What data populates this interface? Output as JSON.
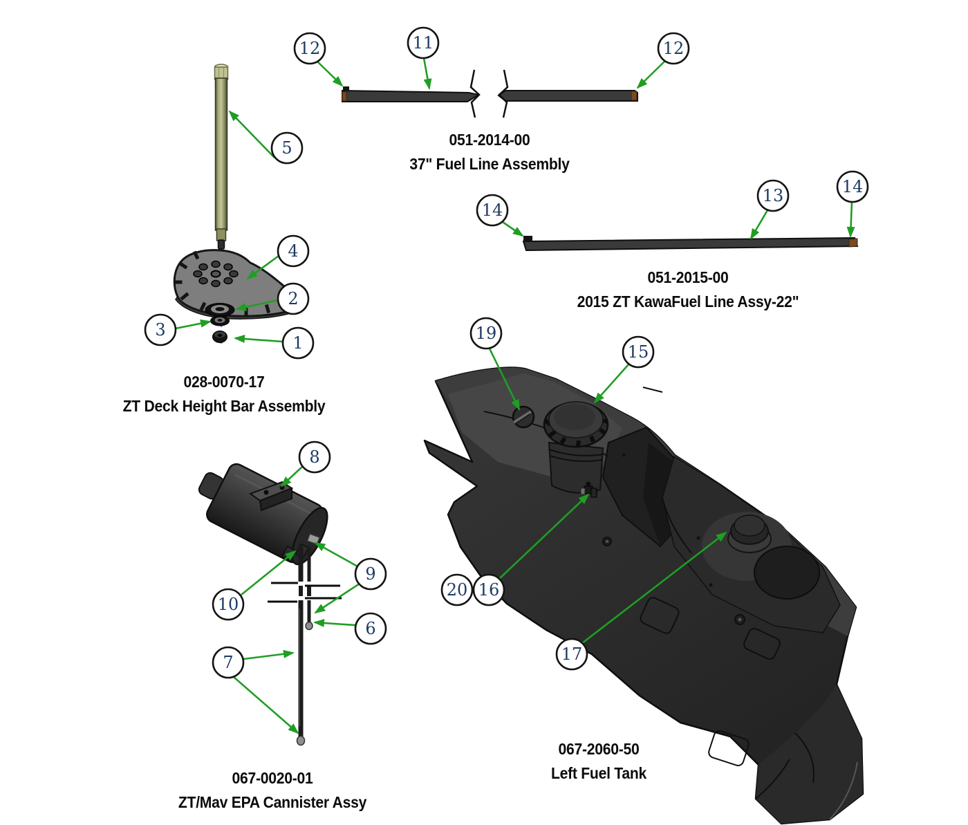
{
  "figure": {
    "type": "exploded-parts-diagram",
    "description": "Mower fuel system and deck height bar parts diagram"
  },
  "colors": {
    "arrow_green": "#1f9e23",
    "callout_text_blue": "#1f3a63",
    "label_text": "#0b0b0b",
    "centerline_blue": "#8b8bf2",
    "rod_olive": "#a9ab7e",
    "cam_gray": "#7e7e7e",
    "tank_gray": "#2e2e2e",
    "fuel_line_gray": "#3a3a3a",
    "fitting_brown": "#7a4a21"
  },
  "parts": [
    {
      "part_number": "051-2014-00",
      "name": "37\" Fuel Line Assembly"
    },
    {
      "part_number": "051-2015-00",
      "name": "2015 ZT KawaFuel Line Assy-22\""
    },
    {
      "part_number": "028-0070-17",
      "name": "ZT Deck Height Bar Assembly"
    },
    {
      "part_number": "067-0020-01",
      "name": "ZT/Mav EPA Cannister Assy"
    },
    {
      "part_number": "067-2060-50",
      "name": "Left Fuel Tank"
    }
  ],
  "callouts": [
    {
      "number": "1"
    },
    {
      "number": "2"
    },
    {
      "number": "3"
    },
    {
      "number": "4"
    },
    {
      "number": "5"
    },
    {
      "number": "6"
    },
    {
      "number": "7"
    },
    {
      "number": "8"
    },
    {
      "number": "9"
    },
    {
      "number": "10"
    },
    {
      "number": "11"
    },
    {
      "number": "12"
    },
    {
      "number": "12"
    },
    {
      "number": "13"
    },
    {
      "number": "14"
    },
    {
      "number": "14"
    },
    {
      "number": "15"
    },
    {
      "number": "16"
    },
    {
      "number": "17"
    },
    {
      "number": "19"
    },
    {
      "number": "20"
    }
  ]
}
